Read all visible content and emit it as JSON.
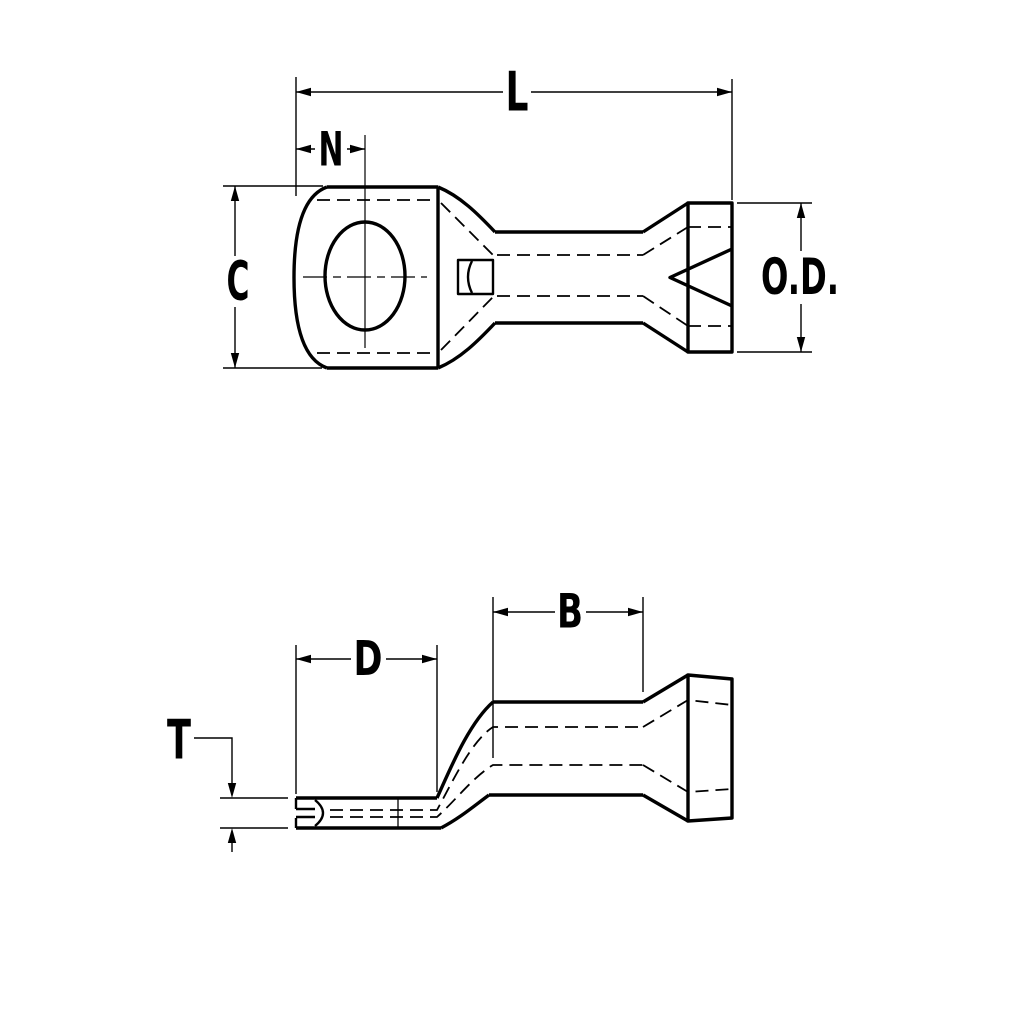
{
  "diagram": {
    "colors": {
      "line": "#000000",
      "background": "#ffffff"
    },
    "top_view": {
      "dimensions": {
        "overall_length": "L",
        "neck": "N",
        "ring_width": "C",
        "outer_diameter": "O.D."
      }
    },
    "side_view": {
      "dimensions": {
        "tongue_length": "D",
        "barrel_length": "B",
        "thickness": "T"
      }
    }
  }
}
